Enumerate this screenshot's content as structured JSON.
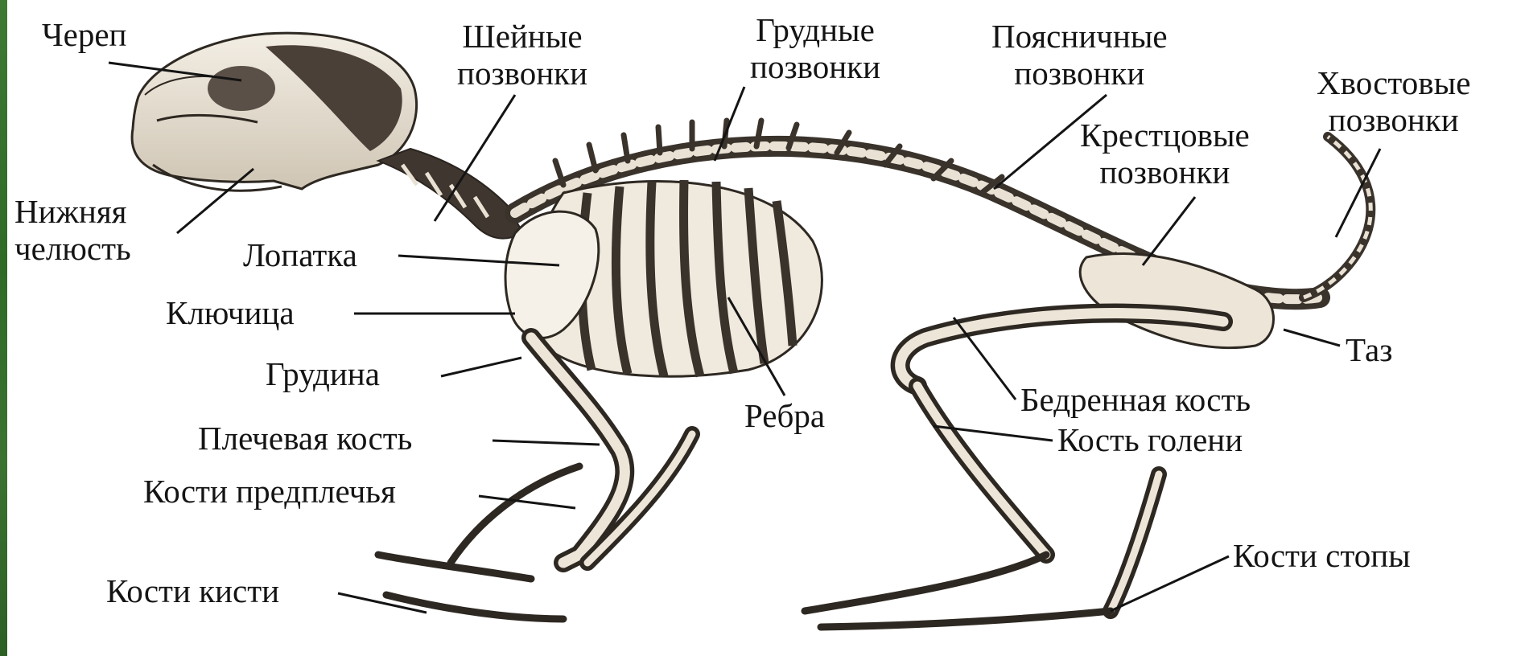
{
  "labels": {
    "skull": "Череп",
    "cervical_vertebrae": [
      "Шейные",
      "позвонки"
    ],
    "thoracic_vertebrae": [
      "Грудные",
      "позвонки"
    ],
    "lumbar_vertebrae": [
      "Поясничные",
      "позвонки"
    ],
    "caudal_vertebrae": [
      "Хвостовые",
      "позвонки"
    ],
    "sacral_vertebrae": [
      "Крестцовые",
      "позвонки"
    ],
    "lower_jaw": [
      "Нижняя",
      "челюсть"
    ],
    "scapula": "Лопатка",
    "clavicle": "Ключица",
    "sternum": "Грудина",
    "humerus": "Плечевая кость",
    "forearm_bones": "Кости предплечья",
    "hand_bones": "Кости кисти",
    "ribs": "Ребра",
    "pelvis": "Таз",
    "femur": "Бедренная кость",
    "shin_bone": "Кость голени",
    "foot_bones": "Кости стопы"
  },
  "colors": {
    "frame_accent": "#3e7a34",
    "label_text": "#141414",
    "bone_fill": "#e9e2d4",
    "bone_shadow": "#3a332c"
  }
}
